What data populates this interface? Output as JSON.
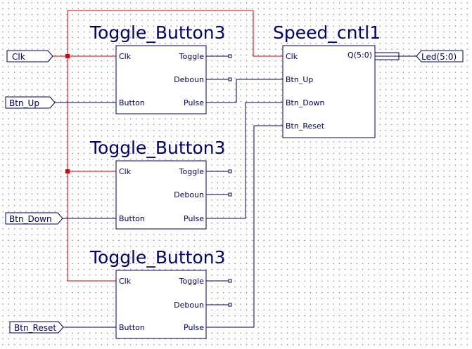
{
  "blocks": {
    "tb1": {
      "title": "Toggle_Button3",
      "pins": {
        "clk": "Clk",
        "button": "Button",
        "toggle": "Toggle",
        "deboun": "Deboun",
        "pulse": "Pulse"
      }
    },
    "tb2": {
      "title": "Toggle_Button3",
      "pins": {
        "clk": "Clk",
        "button": "Button",
        "toggle": "Toggle",
        "deboun": "Deboun",
        "pulse": "Pulse"
      }
    },
    "tb3": {
      "title": "Toggle_Button3",
      "pins": {
        "clk": "Clk",
        "button": "Button",
        "toggle": "Toggle",
        "deboun": "Deboun",
        "pulse": "Pulse"
      }
    },
    "speed": {
      "title": "Speed_cntl1",
      "pins": {
        "clk": "Clk",
        "btn_up": "Btn_Up",
        "btn_down": "Btn_Down",
        "btn_reset": "Btn_Reset",
        "q": "Q(5:0)"
      }
    }
  },
  "ports": {
    "clk": "Clk",
    "btn_up": "Btn_Up",
    "btn_down": "Btn_Down",
    "btn_reset": "Btn_Reset",
    "led": "Led(5:0)"
  },
  "colors": {
    "wire": "#00005a",
    "clock_net": "#d00000",
    "title": "#00006e",
    "grid_dot": "#5a5a5a"
  }
}
